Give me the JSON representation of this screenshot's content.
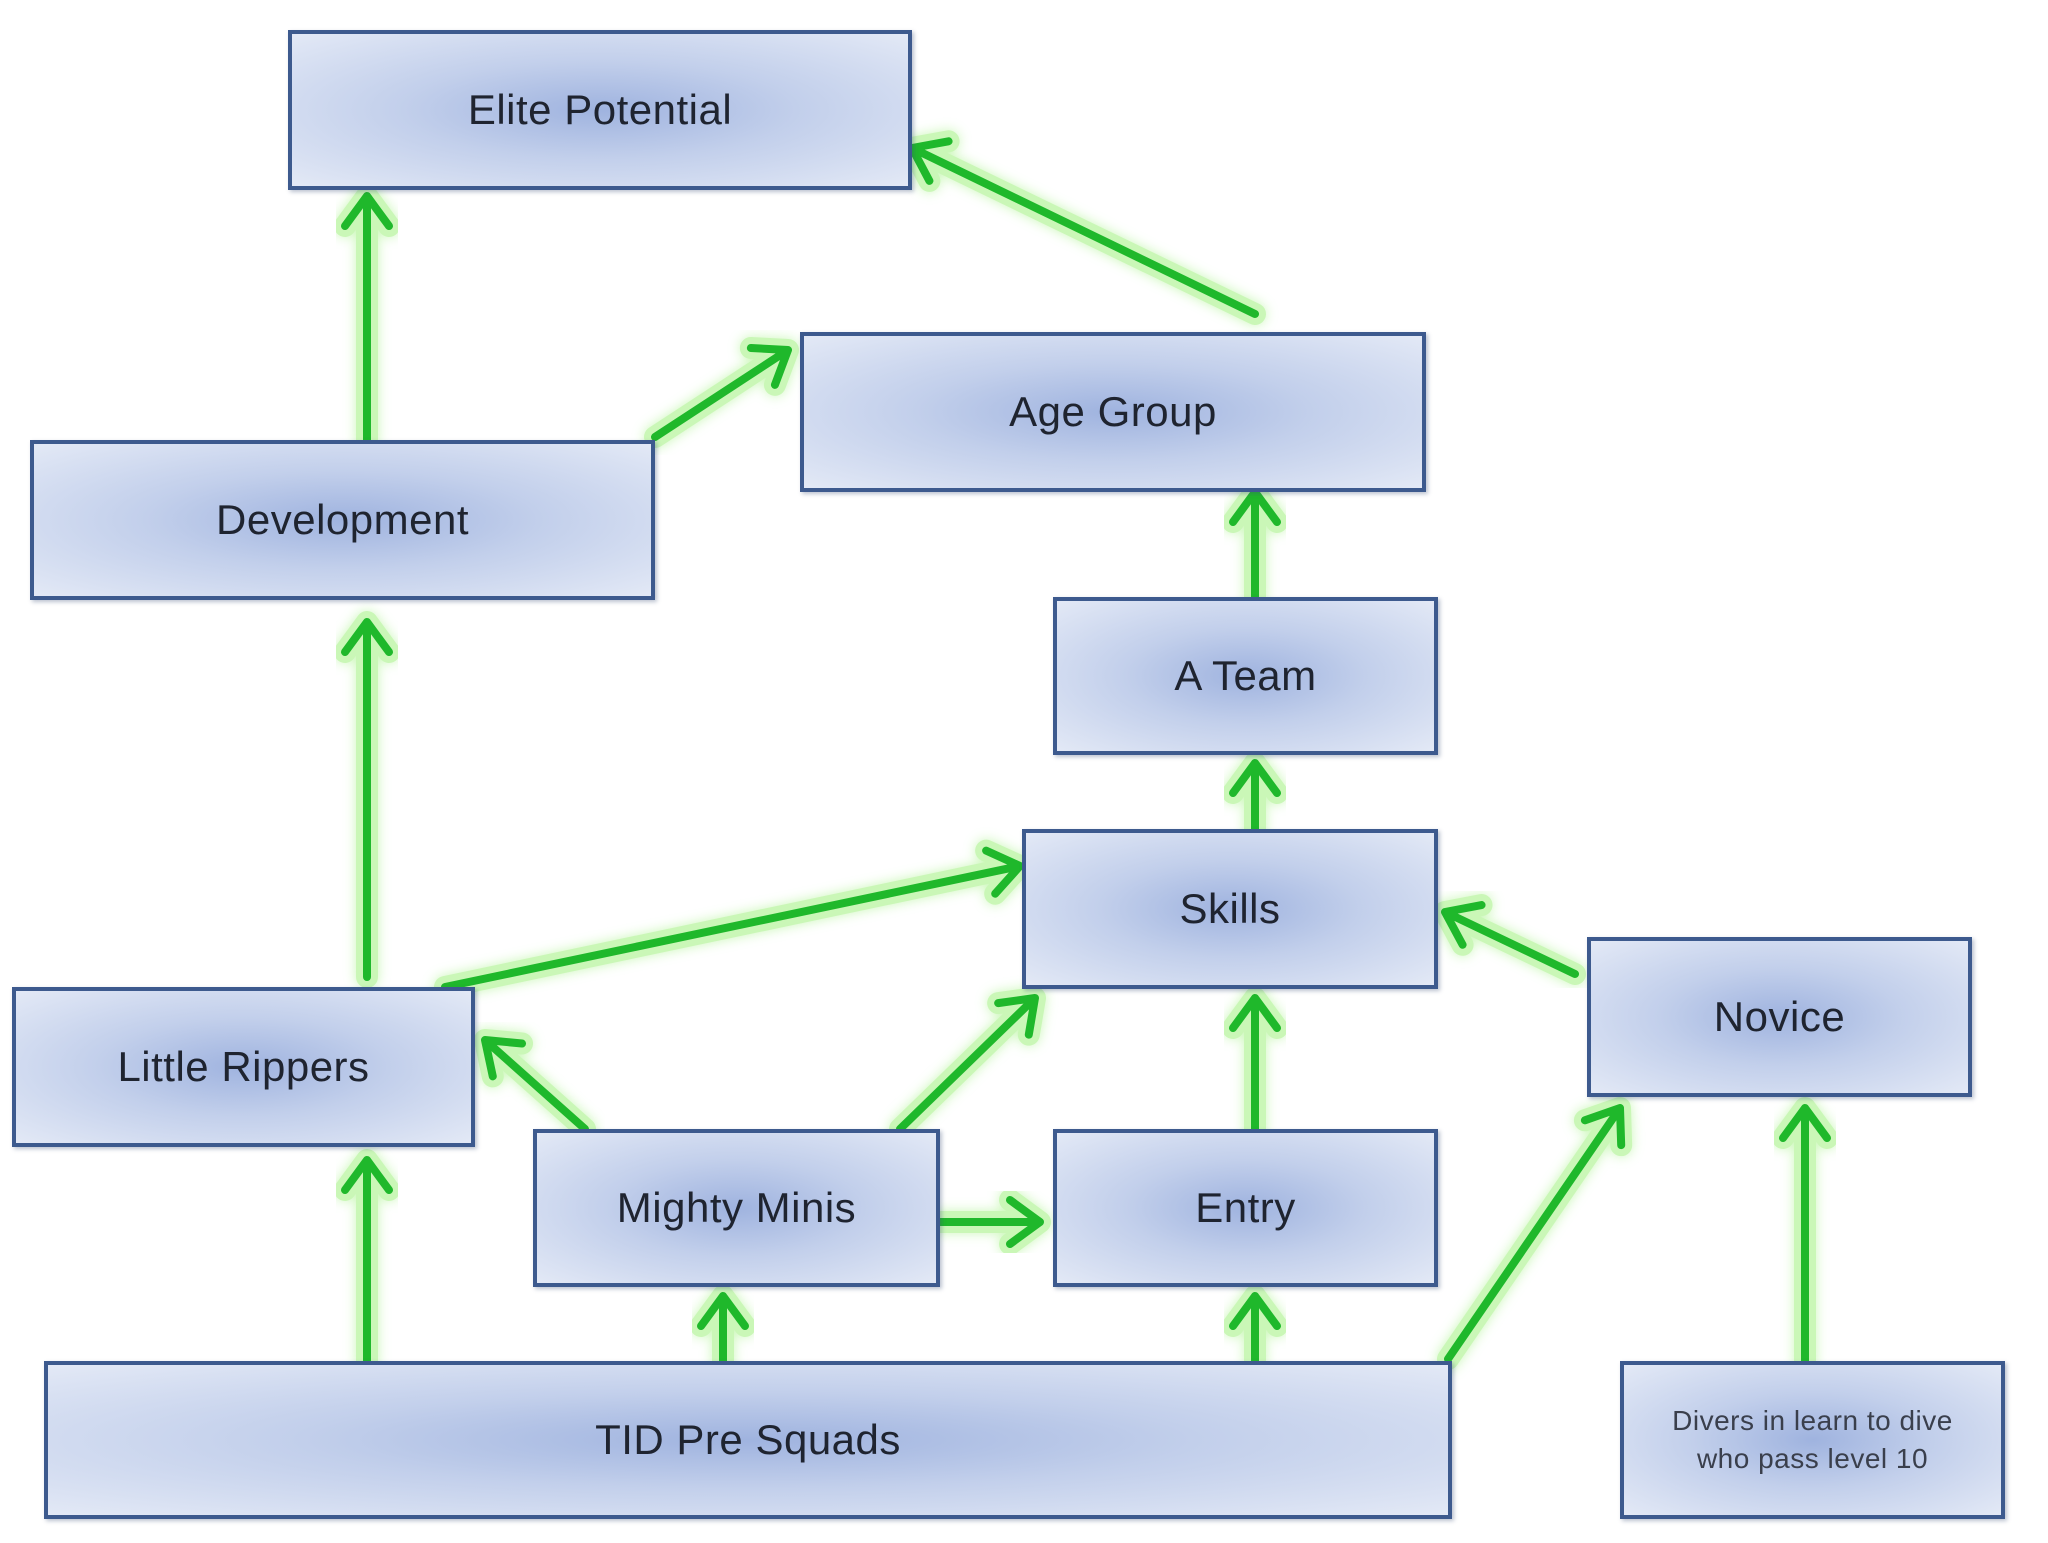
{
  "nodes": {
    "elite_potential": "Elite Potential",
    "age_group": "Age Group",
    "development": "Development",
    "a_team": "A Team",
    "skills": "Skills",
    "novice": "Novice",
    "little_rippers": "Little Rippers",
    "mighty_minis": "Mighty Minis",
    "entry": "Entry",
    "tid_pre_squads": "TID Pre Squads",
    "divers_learn_to_dive": "Divers in learn to dive who pass level 10"
  },
  "edges": [
    {
      "from": "development",
      "to": "elite_potential"
    },
    {
      "from": "a_team",
      "to": "elite_potential"
    },
    {
      "from": "development",
      "to": "age_group"
    },
    {
      "from": "a_team",
      "to": "age_group"
    },
    {
      "from": "little_rippers",
      "to": "development"
    },
    {
      "from": "skills",
      "to": "a_team"
    },
    {
      "from": "little_rippers",
      "to": "skills"
    },
    {
      "from": "novice",
      "to": "skills"
    },
    {
      "from": "mighty_minis",
      "to": "skills"
    },
    {
      "from": "entry",
      "to": "skills"
    },
    {
      "from": "mighty_minis",
      "to": "little_rippers"
    },
    {
      "from": "tid_pre_squads",
      "to": "little_rippers"
    },
    {
      "from": "mighty_minis",
      "to": "entry"
    },
    {
      "from": "tid_pre_squads",
      "to": "mighty_minis"
    },
    {
      "from": "tid_pre_squads",
      "to": "entry"
    },
    {
      "from": "tid_pre_squads",
      "to": "novice"
    },
    {
      "from": "divers_learn_to_dive",
      "to": "novice"
    }
  ],
  "colors": {
    "arrow": "#1fb82b",
    "arrow_glow": "#b9f5a0",
    "box_border": "#3d5a8e",
    "box_fill_center": "#9fb3df",
    "box_fill_edge": "#e3e9f6"
  }
}
